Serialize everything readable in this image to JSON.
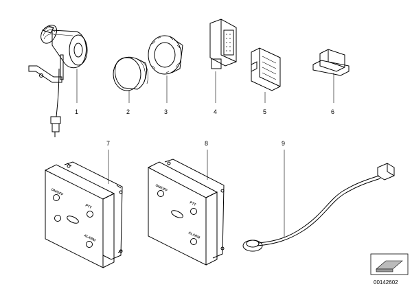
{
  "callouts": [
    "1",
    "2",
    "3",
    "4",
    "5",
    "6",
    "7",
    "8",
    "9"
  ],
  "panel_a": {
    "btn_onoff": "ON/OFF",
    "btn_ptt": "PTT",
    "btn_alarm": "ALARM"
  },
  "panel_b": {
    "btn_onoff": "ON/OFF",
    "btn_ptt": "PTT",
    "btn_alarm": "ALARM"
  },
  "reference_number": "00142602"
}
